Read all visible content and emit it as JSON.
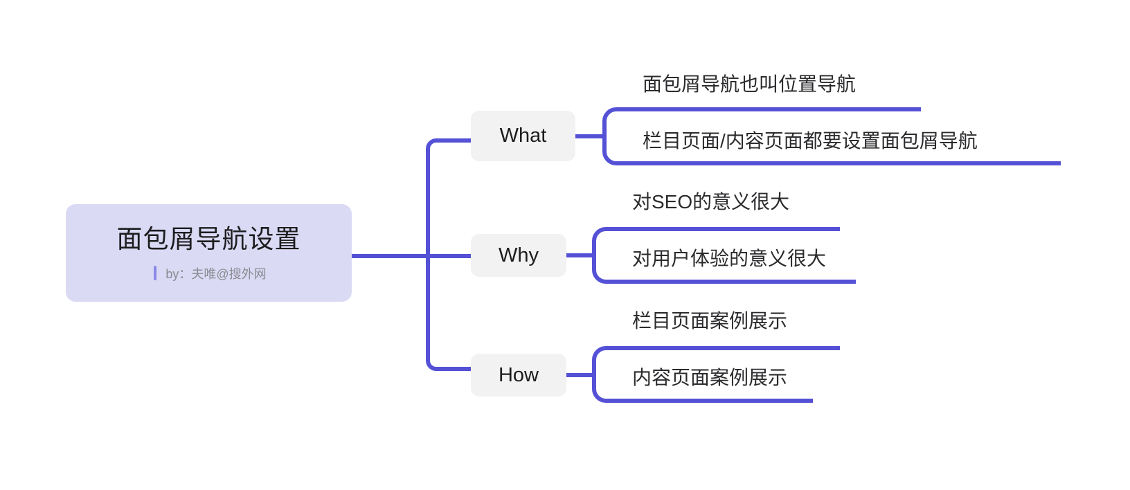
{
  "colors": {
    "accent": "#5451d6",
    "root_bg": "#dbdaf5",
    "branch_bg": "#f2f2f2",
    "text": "#2b2b2e",
    "subtitle": "#8a8a90",
    "canvas_bg": "#ffffff"
  },
  "root": {
    "title": "面包屑导航设置",
    "subtitle": "by：夫唯@搜外网"
  },
  "branches": [
    {
      "label": "What",
      "leaves": [
        "面包屑导航也叫位置导航",
        "栏目页面/内容页面都要设置面包屑导航"
      ]
    },
    {
      "label": "Why",
      "leaves": [
        "对SEO的意义很大",
        "对用户体验的意义很大"
      ]
    },
    {
      "label": "How",
      "leaves": [
        "栏目页面案例展示",
        "内容页面案例展示"
      ]
    }
  ]
}
